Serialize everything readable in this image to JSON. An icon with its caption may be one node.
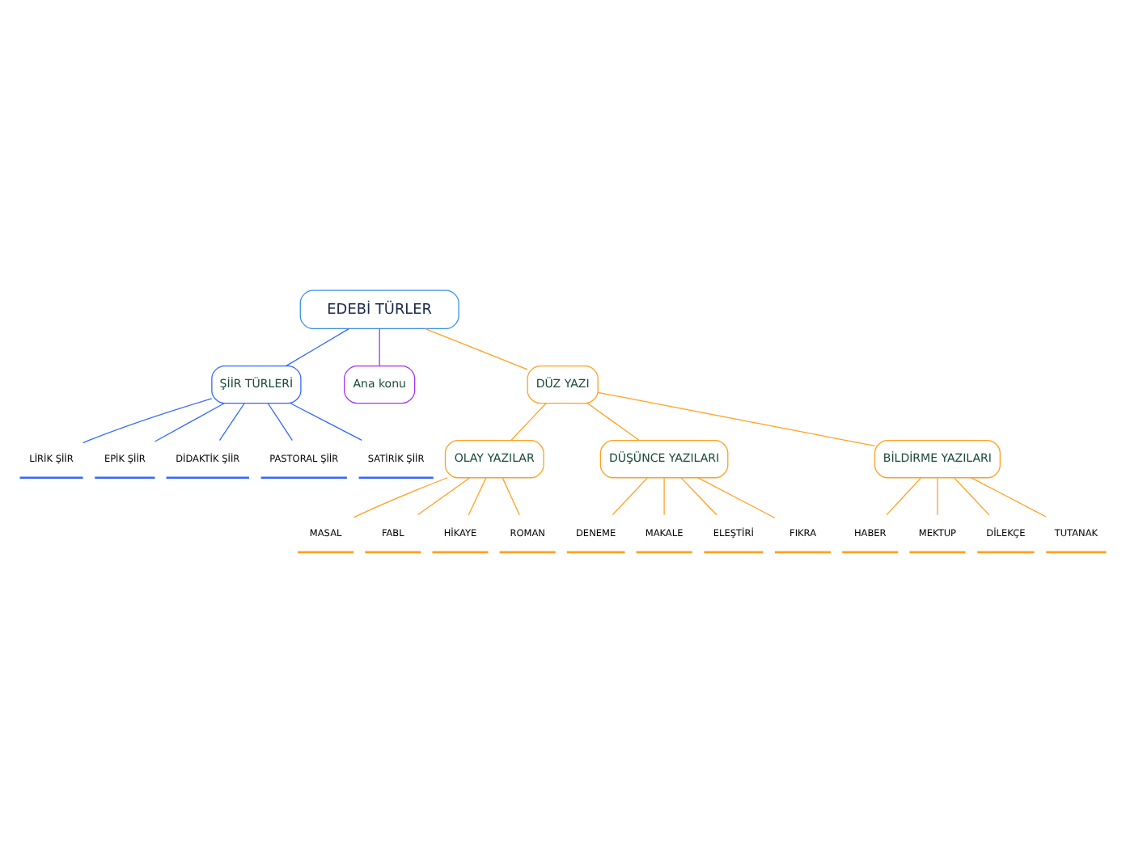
{
  "diagram": {
    "nodes": [
      {
        "text": [
          "EDEBİ TÜRLER"
        ]
      },
      {
        "text": [
          "ŞİİR TÜRLERİ"
        ]
      },
      {
        "text": [
          "Ana konu"
        ]
      },
      {
        "text": [
          "DÜZ YAZI"
        ]
      },
      {
        "text": [
          "LİRİK ŞİİR"
        ]
      },
      {
        "text": [
          "EPİK ŞİİR"
        ]
      },
      {
        "text": [
          "DİDAKTİK ŞİİR"
        ]
      },
      {
        "text": [
          "PASTORAL ŞİİR"
        ]
      },
      {
        "text": [
          "SATİRİK ŞİİR"
        ]
      },
      {
        "text": [
          "OLAY YAZILAR"
        ]
      },
      {
        "text": [
          "DÜŞÜNCE YAZILARI"
        ]
      },
      {
        "text": [
          "BİLDİRME YAZILARI"
        ]
      },
      {
        "text": [
          "MASAL"
        ]
      },
      {
        "text": [
          "FABL"
        ]
      },
      {
        "text": [
          "HİKAYE"
        ]
      },
      {
        "text": [
          "ROMAN"
        ]
      },
      {
        "text": [
          "DENEME"
        ]
      },
      {
        "text": [
          "MAKALE"
        ]
      },
      {
        "text": [
          "ELEŞTİRİ"
        ]
      },
      {
        "text": [
          "FIKRA"
        ]
      },
      {
        "text": [
          "HABER"
        ]
      },
      {
        "text": [
          "MEKTUP"
        ]
      },
      {
        "text": [
          "DİLEKÇE"
        ]
      },
      {
        "text": [
          "TUTANAK"
        ]
      }
    ],
    "edges": [
      {
        "from": 0,
        "to": 1,
        "arrow": "none",
        "color": "#3366ff"
      },
      {
        "from": 0,
        "to": 2,
        "arrow": "none",
        "color": "#a530f0"
      },
      {
        "from": 0,
        "to": 3,
        "arrow": "none"
      },
      {
        "from": 1,
        "to": 4,
        "arrow": "none",
        "color": "#3366ff"
      },
      {
        "from": 1,
        "to": 5,
        "arrow": "none",
        "color": "#3366ff"
      },
      {
        "from": 1,
        "to": 6,
        "arrow": "none",
        "color": "#3366ff"
      },
      {
        "from": 1,
        "to": 7,
        "arrow": "none",
        "color": "#3366ff"
      },
      {
        "from": 1,
        "to": 8,
        "arrow": "none",
        "color": "#3366ff"
      },
      {
        "from": 3,
        "to": 9,
        "arrow": "none"
      },
      {
        "from": 3,
        "to": 10,
        "arrow": "none"
      },
      {
        "from": 3,
        "to": 11,
        "arrow": "none"
      },
      {
        "from": 9,
        "to": 12,
        "arrow": "none"
      },
      {
        "from": 9,
        "to": 13,
        "arrow": "none"
      },
      {
        "from": 9,
        "to": 14,
        "arrow": "none"
      },
      {
        "from": 9,
        "to": 15,
        "arrow": "none"
      },
      {
        "from": 10,
        "to": 16,
        "arrow": "none"
      },
      {
        "from": 10,
        "to": 17,
        "arrow": "none"
      },
      {
        "from": 10,
        "to": 18,
        "arrow": "none"
      },
      {
        "from": 10,
        "to": 19,
        "arrow": "none"
      },
      {
        "from": 11,
        "to": 20,
        "arrow": "none"
      },
      {
        "from": 11,
        "to": 21,
        "arrow": "none"
      },
      {
        "from": 11,
        "to": 22,
        "arrow": "none"
      },
      {
        "from": 11,
        "to": 23,
        "arrow": "none"
      }
    ]
  }
}
